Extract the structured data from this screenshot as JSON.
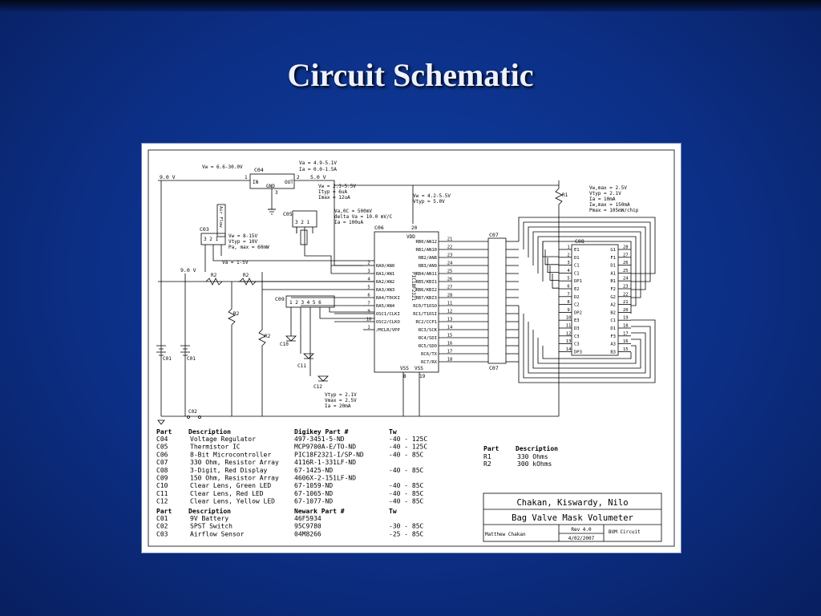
{
  "slide": {
    "title": "Circuit Schematic"
  },
  "schematic": {
    "net_labels": {
      "vin_9v_top": "9.0 V",
      "vin_9v_left": "9.0 V",
      "v5": "5.0 V",
      "vw_c04": "Vw = 6.6-30.0V",
      "va_c04": "Va = 4.9-5.1V",
      "ia_c04": "Ia = 0.0-1.5A",
      "va_1_5": "Va = 1-5V"
    },
    "c04": {
      "ref": "C04",
      "pin_in": "IN",
      "pin_out": "OUT",
      "pin_gnd": "GND",
      "n1": "1",
      "n2": "2",
      "n3": "3"
    },
    "c05": {
      "ref": "C05",
      "pins": "3 2 1",
      "specs": [
        "Vw = 2.3-5.5V",
        "Ityp = 6uA",
        "Imax = 12uA"
      ],
      "specs2": [
        "Va,0C = 500mV",
        "delta Va = 10.0 mV/C",
        "Ia = 100uA"
      ]
    },
    "c03": {
      "ref": "C03",
      "sensor_label": "Air Flow",
      "pins": "3 2 1",
      "specs": [
        "Vw = 8-15V",
        "Vtyp = 10V",
        "Pa, max = 60mW"
      ]
    },
    "c06": {
      "ref": "C06",
      "part": "PIC18F2321",
      "vdd": "VDD",
      "vdd_pin": "20",
      "vss1": "VSS",
      "vss2": "VSS",
      "vss1_pin": "8",
      "vss2_pin": "19",
      "supply": [
        "Vw = 4.2-5.5V",
        "Vtyp = 5.0V"
      ],
      "left_pins": [
        {
          "num": "2",
          "name": "RA0/AN0"
        },
        {
          "num": "3",
          "name": "RA1/AN1"
        },
        {
          "num": "4",
          "name": "RA2/AN2"
        },
        {
          "num": "5",
          "name": "RA3/AN3"
        },
        {
          "num": "6",
          "name": "RA4/T0CKI"
        },
        {
          "num": "7",
          "name": "RA5/AN4"
        },
        {
          "num": "9",
          "name": "OSC1/CLKI"
        },
        {
          "num": "10",
          "name": "OSC2/CLKO"
        },
        {
          "num": "1",
          "name": "/MCLR/VPP"
        }
      ],
      "right_pins": [
        {
          "num": "21",
          "name": "RB0/AN12"
        },
        {
          "num": "22",
          "name": "RB1/AN10"
        },
        {
          "num": "23",
          "name": "RB2/AN8"
        },
        {
          "num": "24",
          "name": "RB3/AN9"
        },
        {
          "num": "25",
          "name": "RB4/AN11"
        },
        {
          "num": "26",
          "name": "RB5/KBI1"
        },
        {
          "num": "27",
          "name": "RB6/KBI2"
        },
        {
          "num": "28",
          "name": "RB7/KBI3"
        },
        {
          "num": "11",
          "name": "RC0/T1OSO"
        },
        {
          "num": "12",
          "name": "RC1/T1OSI"
        },
        {
          "num": "13",
          "name": "RC2/CCP1"
        },
        {
          "num": "14",
          "name": "RC3/SCK"
        },
        {
          "num": "15",
          "name": "RC4/SDI"
        },
        {
          "num": "16",
          "name": "RC5/SDO"
        },
        {
          "num": "17",
          "name": "RC6/TX"
        },
        {
          "num": "18",
          "name": "RC7/RX"
        }
      ]
    },
    "c07": {
      "ref_top": "C07",
      "ref_bottom": "C07"
    },
    "c08": {
      "ref": "C08",
      "specs": [
        "Vw,max = 2.5V",
        "Vtyp = 2.1V",
        "Ia = 10mA",
        "Iw,max = 150mA",
        "Pmax = 105mW/chip"
      ],
      "left": [
        {
          "num": "1",
          "name": "E1"
        },
        {
          "num": "2",
          "name": "D1"
        },
        {
          "num": "3",
          "name": "C1"
        },
        {
          "num": "4",
          "name": "C1"
        },
        {
          "num": "5",
          "name": "DP1"
        },
        {
          "num": "6",
          "name": "E2"
        },
        {
          "num": "7",
          "name": "D2"
        },
        {
          "num": "8",
          "name": "C2"
        },
        {
          "num": "9",
          "name": "DP2"
        },
        {
          "num": "10",
          "name": "E3"
        },
        {
          "num": "11",
          "name": "D3"
        },
        {
          "num": "12",
          "name": "C3"
        },
        {
          "num": "13",
          "name": "C3"
        },
        {
          "num": "14",
          "name": "DP3"
        }
      ],
      "right": [
        {
          "num": "28",
          "name": "G1"
        },
        {
          "num": "27",
          "name": "F1"
        },
        {
          "num": "26",
          "name": "D1"
        },
        {
          "num": "25",
          "name": "A1"
        },
        {
          "num": "24",
          "name": "B1"
        },
        {
          "num": "23",
          "name": "F2"
        },
        {
          "num": "22",
          "name": "G2"
        },
        {
          "num": "21",
          "name": "A2"
        },
        {
          "num": "20",
          "name": "B2"
        },
        {
          "num": "19",
          "name": "C1"
        },
        {
          "num": "18",
          "name": "D1"
        },
        {
          "num": "17",
          "name": "F3"
        },
        {
          "num": "16",
          "name": "A3"
        },
        {
          "num": "15",
          "name": "B3"
        }
      ]
    },
    "c09": {
      "ref": "C09",
      "pins": "1 2 3 4 5 6"
    },
    "leds": {
      "c10": "C10",
      "c11": "C11",
      "c12": "C12",
      "specs": [
        "Vtyp = 2.1V",
        "Vmax = 2.5V",
        "Ia = 20mA"
      ]
    },
    "resistors": {
      "r1": "R1",
      "r2a": "R2",
      "r2b": "R2",
      "r2c": "R2",
      "r2d": "R2"
    },
    "c01a": "C01",
    "c01b": "C01",
    "c02": "C02"
  },
  "parts_table_digikey": {
    "headers": [
      "Part",
      "Description",
      "Digikey Part #",
      "Tw"
    ],
    "rows": [
      [
        "C04",
        "Voltage Regulator",
        "497-3451-5-ND",
        "-40 - 125C"
      ],
      [
        "C05",
        "Thermistor IC",
        "MCP9700A-E/TO-ND",
        "-40 - 125C"
      ],
      [
        "C06",
        "8-Bit Microcontroller",
        "PIC18F2321-I/SP-ND",
        "-40 - 85C"
      ],
      [
        "C07",
        "330 Ohm, Resistor Array",
        "4116R-1-331LF-ND",
        ""
      ],
      [
        "C08",
        "3-Digit, Red Display",
        "67-1425-ND",
        "-40 - 85C"
      ],
      [
        "C09",
        "150 Ohm, Resistor Array",
        "4606X-2-151LF-ND",
        ""
      ],
      [
        "C10",
        "Clear Lens, Green LED",
        "67-1059-ND",
        "-40 - 85C"
      ],
      [
        "C11",
        "Clear Lens, Red LED",
        "67-1065-ND",
        "-40 - 85C"
      ],
      [
        "C12",
        "Clear Lens, Yellow LED",
        "67-1077-ND",
        "-40 - 85C"
      ]
    ]
  },
  "parts_table_newark": {
    "headers": [
      "Part",
      "Description",
      "Newark Part #",
      "Tw"
    ],
    "rows": [
      [
        "C01",
        "9V Battery",
        "46F5934",
        ""
      ],
      [
        "C02",
        "SPST Switch",
        "95C9780",
        "-30 - 85C"
      ],
      [
        "C03",
        "Airflow Sensor",
        "04M8266",
        "-25 - 85C"
      ]
    ]
  },
  "resistor_table": {
    "headers": [
      "Part",
      "Description"
    ],
    "rows": [
      [
        "R1",
        "330 Ohms"
      ],
      [
        "R2",
        "300 kOhms"
      ]
    ]
  },
  "title_block": {
    "authors": "Chakan, Kiswardy, Nilo",
    "project": "Bag Valve Mask Volumeter",
    "drawn_by": "Matthew Chakan",
    "rev": "Rev 4.0",
    "date": "4/02/2007",
    "sheet": "BVM Circuit"
  }
}
